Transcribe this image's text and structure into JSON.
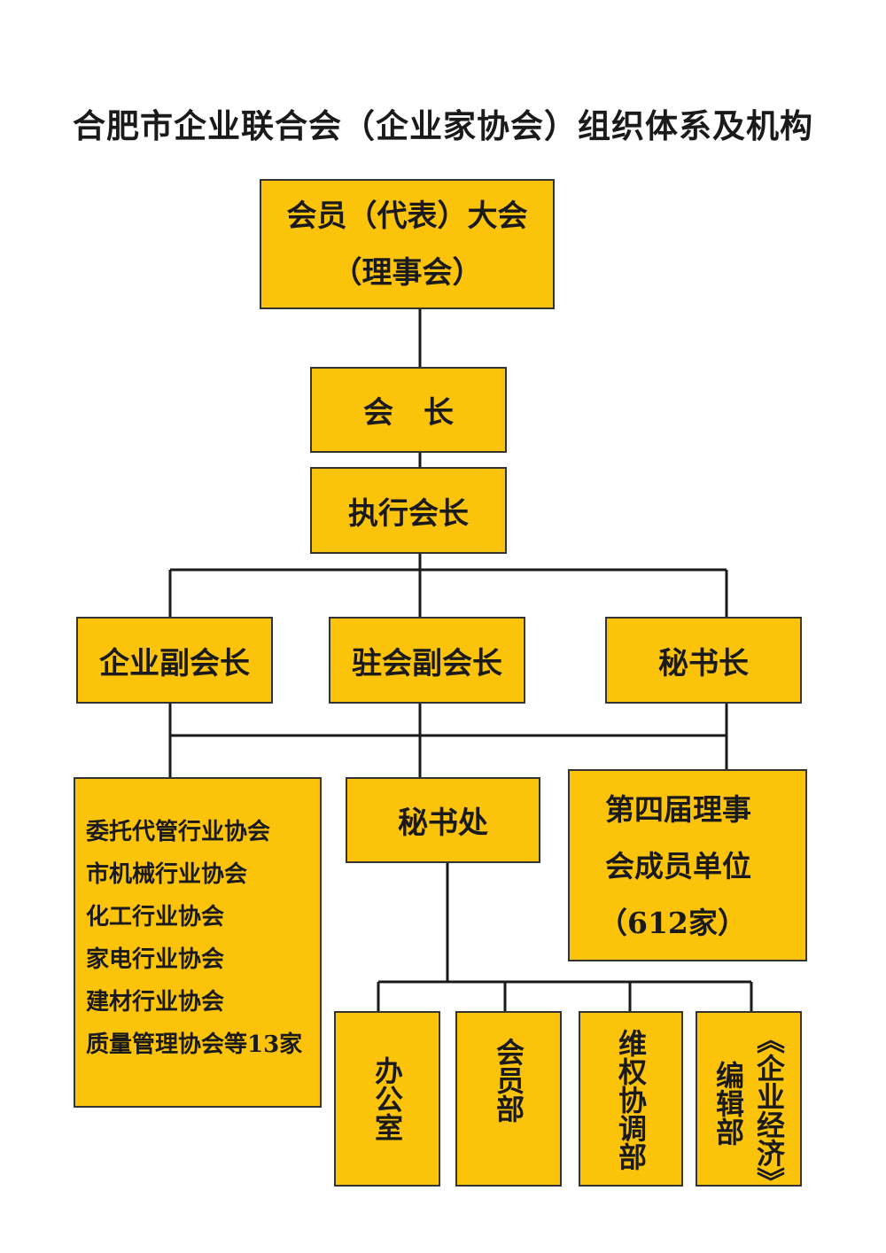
{
  "title": "合肥市企业联合会（企业家协会）组织体系及机构",
  "colors": {
    "box_fill": "#fcc30b",
    "line": "#1a1a1a"
  },
  "nodes": {
    "assembly": {
      "line1": "会员（代表）大会",
      "line2": "（理事会）"
    },
    "president": "会　长",
    "executive_president": "执行会长",
    "enterprise_vp": "企业副会长",
    "resident_vp": "驻会副会长",
    "secretary_general": "秘书长",
    "associations": [
      "委托代管行业协会",
      "市机械行业协会",
      "化工行业协会",
      "家电行业协会",
      "建材行业协会",
      "质量管理协会等13家"
    ],
    "secretariat": "秘书处",
    "council_members": {
      "line1": "第四届理事",
      "line2": "会成员单位",
      "line3": "（612家）"
    },
    "departments": [
      "办公室",
      "会员部",
      "维权协调部",
      "编辑部",
      "《企业经济》"
    ]
  }
}
